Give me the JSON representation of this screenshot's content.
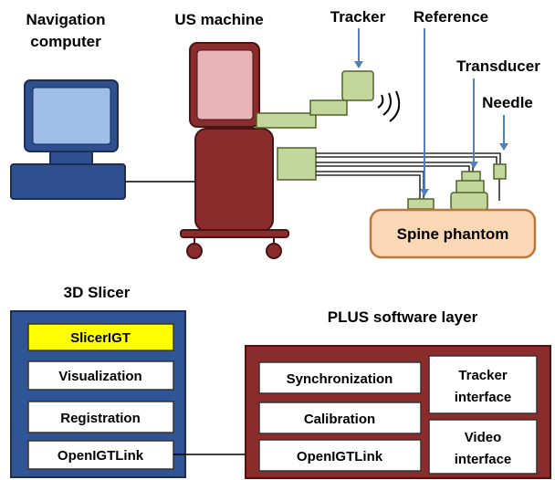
{
  "labels": {
    "navigation_computer": [
      "Navigation",
      "computer"
    ],
    "us_machine": "US machine",
    "tracker": "Tracker",
    "reference": "Reference",
    "transducer": "Transducer",
    "needle": "Needle",
    "spine_phantom": "Spine phantom"
  },
  "slicer": {
    "title": "3D Slicer",
    "modules": [
      "SlicerIGT",
      "Visualization",
      "Registration",
      "OpenIGTLink"
    ],
    "highlight_color": "#ffff00"
  },
  "plus": {
    "title": "PLUS software layer",
    "left_modules": [
      "Synchronization",
      "Calibration",
      "OpenIGTLink"
    ],
    "tracker_interface": [
      "Tracker",
      "interface"
    ],
    "video_interface": [
      "Video",
      "interface"
    ]
  },
  "colors": {
    "computer_frame": "#2f4f8f",
    "computer_screen": "#9fbfe8",
    "us_body": "#8b2c2c",
    "us_screen": "#e8b4b8",
    "device_green": "#c3d69b",
    "phantom_fill": "#fad7b5",
    "phantom_stroke": "#c0753a",
    "slicer_panel": "#2f5597",
    "plus_panel": "#8b2c2c",
    "arrow_blue": "#4f81bd"
  }
}
